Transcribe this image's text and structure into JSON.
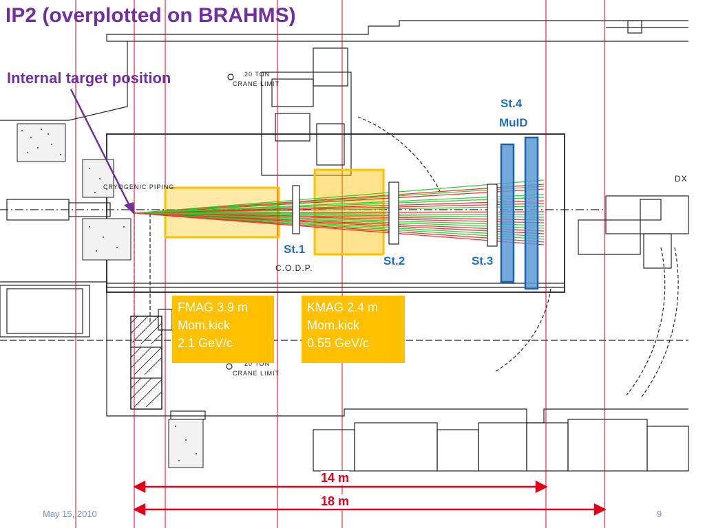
{
  "slide": {
    "title": "IP2 (overplotted on BRAHMS)",
    "target_label": "Internal target position",
    "footer_date": "May 15, 2010",
    "page_number": "9"
  },
  "drawing_text": {
    "crane_top_line1": "20 TON",
    "crane_top_line2": "CRANE LIMIT",
    "crane_bottom_line1": "20 TON",
    "crane_bottom_line2": "CRANE LIMIT",
    "cryo": "CRYOGENIC PIPING",
    "dx": "DX",
    "codp": "C.O.D.P."
  },
  "stations": {
    "st1": "St.1",
    "st2": "St.2",
    "st3": "St.3",
    "st4_line1": "St.4",
    "st4_line2": "MuID"
  },
  "magnets": {
    "fmag": [
      "FMAG 3.9 m",
      "Mom.kick",
      "2.1 GeV/c"
    ],
    "kmag": [
      "KMAG 2.4 m",
      "Mom.kick",
      "0.55 GeV/c"
    ]
  },
  "dimensions": {
    "d14": "14 m",
    "d18": "18 m"
  },
  "colors": {
    "title": "#7030a0",
    "station": "#1f6fc5",
    "magnet_box": "#ffc000",
    "dimension": "#e0001a",
    "track_red": "#ee2222",
    "track_green": "#22cc22"
  }
}
